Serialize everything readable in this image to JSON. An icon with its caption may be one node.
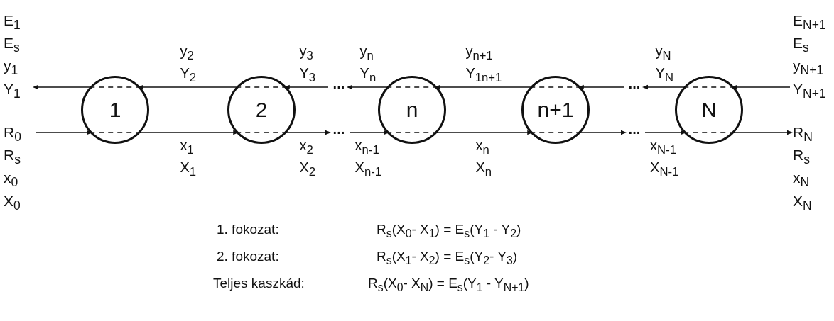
{
  "diagram": {
    "nodes": [
      {
        "text": [
          "E$_{1}$",
          "E$_{s}$",
          "y$_{1}$",
          "Y$_{1}$"
        ]
      },
      {
        "text": [
          "R$_{0}$",
          "R$_{s}$",
          "x$_{0}$",
          "X$_{0}$"
        ]
      },
      {
        "text": [
          "1"
        ]
      },
      {
        "text": [
          "2"
        ]
      },
      {
        "text": [
          "···"
        ]
      },
      {
        "text": [
          "···"
        ]
      },
      {
        "text": [
          "n"
        ]
      },
      {
        "text": [
          "n+1"
        ]
      },
      {
        "text": [
          "···"
        ]
      },
      {
        "text": [
          "···"
        ]
      },
      {
        "text": [
          "N"
        ]
      },
      {
        "text": [
          "E$_{N+1}$",
          "E$_{s}$",
          "y$_{N+1}$",
          "Y$_{N+1}$"
        ]
      },
      {
        "text": [
          "R$_{N}$",
          "R$_{s}$",
          "x$_{N}$",
          "X$_{N}$"
        ]
      }
    ],
    "edges": [
      {
        "from": 11,
        "to": 10,
        "arrow": "to"
      },
      {
        "from": 10,
        "to": 8,
        "arrow": "to",
        "label": "y$_{N}$ Y$_{N}$"
      },
      {
        "from": 8,
        "to": 7,
        "arrow": "to"
      },
      {
        "from": 7,
        "to": 6,
        "arrow": "to",
        "label": "y$_{n+1}$ Y$_{1n+1}$"
      },
      {
        "from": 6,
        "to": 4,
        "arrow": "to",
        "label": "y$_{n}$ Y$_{n}$"
      },
      {
        "from": 4,
        "to": 3,
        "arrow": "to",
        "label": "y$_{3}$ Y$_{3}$"
      },
      {
        "from": 3,
        "to": 2,
        "arrow": "to",
        "label": "y$_{2}$ Y$_{2}$"
      },
      {
        "from": 2,
        "to": 0,
        "arrow": "to"
      },
      {
        "from": 1,
        "to": 2,
        "arrow": "to"
      },
      {
        "from": 2,
        "to": 3,
        "arrow": "to",
        "label": "x$_{1}$ X$_{1}$"
      },
      {
        "from": 3,
        "to": 5,
        "arrow": "to",
        "label": "x$_{2}$ X$_{2}$"
      },
      {
        "from": 5,
        "to": 6,
        "arrow": "to",
        "label": "x$_{n-1}$ X$_{n-1}$"
      },
      {
        "from": 6,
        "to": 7,
        "arrow": "to",
        "label": "x$_{n}$ X$_{n}$"
      },
      {
        "from": 7,
        "to": 9,
        "arrow": "to"
      },
      {
        "from": 9,
        "to": 10,
        "arrow": "to",
        "label": "x$_{N-1}$ X$_{N-1}$"
      },
      {
        "from": 10,
        "to": 12,
        "arrow": "to"
      }
    ],
    "labels": [
      "1. fokozat:",
      "R$_{s}$(X$_{0}$- X$_{1}$) = E$_{s}$(Y$_{1}$ - Y$_{2}$)",
      "2. fokozat:",
      "R$_{s}$(X$_{1}$- X$_{2}$) = E$_{s}$(Y$_{2}$- Y$_{3}$)",
      "Teljes kaszkád:",
      "R$_{s}$(X$_{0}$- X$_{N}$) = E$_{s}$(Y$_{1}$ - Y$_{N+1}$)"
    ]
  }
}
